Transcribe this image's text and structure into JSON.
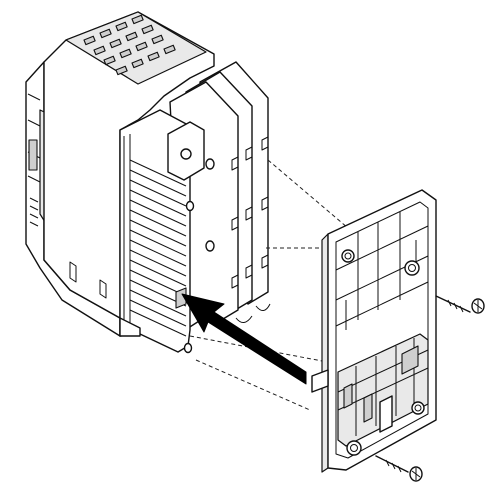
{
  "diagram": {
    "colors": {
      "line": "#111111",
      "background": "#ffffff",
      "arrow": "#000000"
    },
    "parts": {
      "device": "inverter-body",
      "plate": "mounting-plate",
      "screws": [
        "screw-top",
        "screw-bottom"
      ],
      "arrow": "attach-direction-arrow"
    }
  }
}
